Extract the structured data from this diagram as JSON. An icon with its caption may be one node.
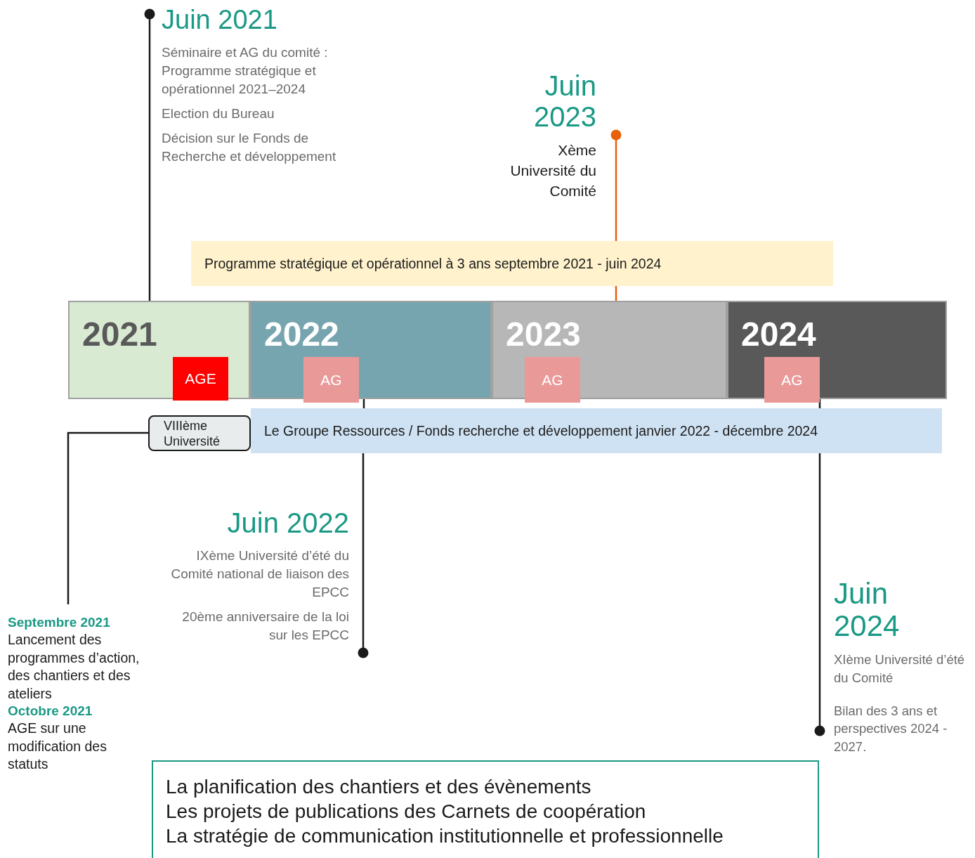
{
  "diagram": {
    "nodes": [
      {
        "text": [
          "2021"
        ]
      },
      {
        "text": [
          "AGE"
        ],
        "in": 0
      },
      {
        "text": [
          "2022"
        ]
      },
      {
        "text": [
          "AG"
        ],
        "in": 2
      },
      {
        "text": [
          "2023"
        ]
      },
      {
        "text": [
          "AG"
        ],
        "in": 4
      },
      {
        "text": [
          "2024"
        ]
      },
      {
        "text": [
          "AG"
        ],
        "in": 6
      },
      {
        "text": [
          "Programme stratégique et opérationnel à 3 ans septembre 2021 - juin 2024"
        ]
      },
      {
        "text": [
          "Le Groupe Ressources / Fonds recherche et développement janvier 2022 - décembre 2024"
        ]
      },
      {
        "text": [
          "VIIIème Université"
        ]
      },
      {
        "text": [
          "Juin 2021",
          "Séminaire et AG du comité : Programme stratégique et opérationnel 2021–2024",
          "Election du Bureau",
          "Décision sur le Fonds de Recherche et développement"
        ]
      },
      {
        "text": [
          "Juin 2023",
          "Xème Université du Comité"
        ]
      },
      {
        "text": [
          "Juin 2022",
          "IXème Université d’été du Comité national de liaison des EPCC",
          "20ème anniversaire de la loi sur les EPCC"
        ]
      },
      {
        "text": [
          "Juin 2024",
          "XIème Université d’été du Comité",
          "Bilan des 3 ans et perspectives 2024 - 2027."
        ]
      },
      {
        "text": [
          "Septembre 2021",
          "Lancement des programmes d’action, des chantiers et des ateliers",
          "Octobre 2021",
          "AGE sur une modification des statuts"
        ]
      },
      {
        "text": [
          "La planification des chantiers et des évènements",
          "Les projets de publications des Carnets de coopération",
          "La stratégie de communication institutionnelle et professionnelle"
        ]
      }
    ],
    "edges": [
      {
        "from": 11,
        "to": 0,
        "arrow": "other"
      },
      {
        "from": 12,
        "to": 8,
        "arrow": "other",
        "color": "#e8600a"
      },
      {
        "from": 8,
        "to": 4,
        "arrow": "none",
        "color": "#e8600a"
      },
      {
        "from": 13,
        "to": 9,
        "arrow": "other"
      },
      {
        "from": 9,
        "to": 2,
        "arrow": "none"
      },
      {
        "from": 14,
        "to": 9,
        "arrow": "other"
      },
      {
        "from": 9,
        "to": 6,
        "arrow": "none"
      },
      {
        "from": 10,
        "to": 15,
        "arrow": "none"
      }
    ]
  }
}
